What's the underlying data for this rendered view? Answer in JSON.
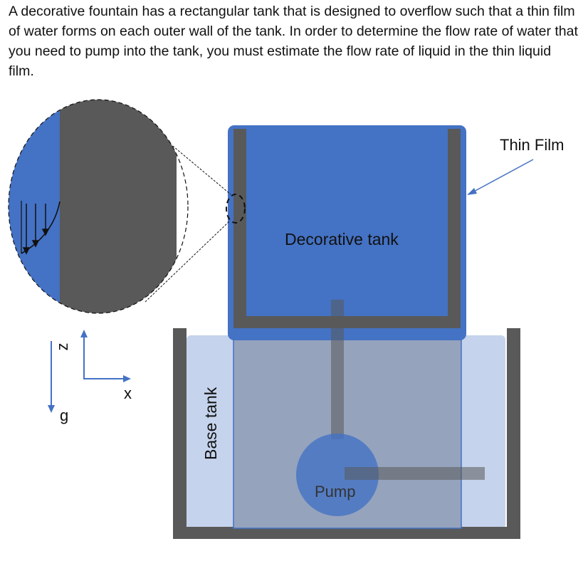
{
  "problem": {
    "text": "A decorative fountain has a rectangular tank that is designed to overflow such that a thin film of water forms on each outer wall of the tank.  In order to determine the flow rate of water that you need to pump into the tank, you must estimate the flow rate of liquid in the thin liquid film."
  },
  "labels": {
    "thin_film": "Thin Film",
    "decorative_tank": "Decorative tank",
    "base_tank": "Base tank",
    "pump": "Pump",
    "z_axis": "z",
    "x_axis": "x",
    "gravity": "g"
  },
  "colors": {
    "water": "#4472c4",
    "wall": "#595959",
    "base_water": "#c5d3ec",
    "overlap": "#95a3bd",
    "arrow": "#4472c4"
  }
}
